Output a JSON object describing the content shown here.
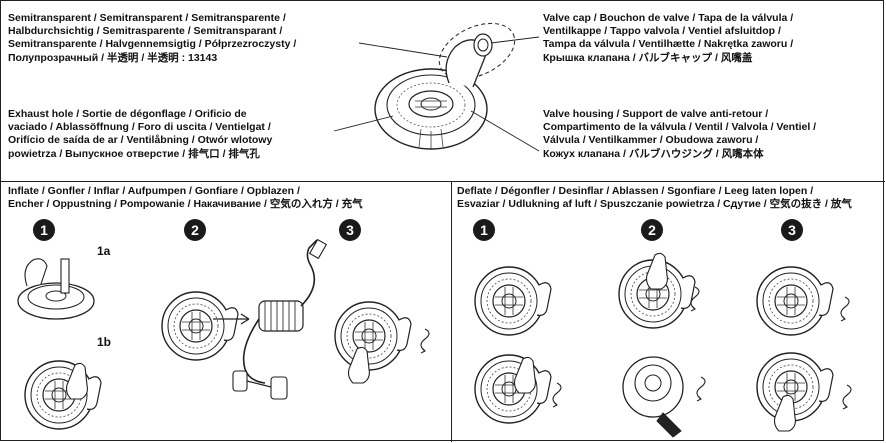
{
  "top_left": {
    "semitransparent": [
      "Semitransparent / Semitransparent / Semitransparente /",
      "Halbdurchsichtig / Semitrasparente / Semitransparant /",
      "Semitransparente / Halvgennemsigtig / Półprzezroczysty /",
      "Полупрозрачный / 半透明 / 半透明 : 13143"
    ],
    "exhaust": [
      "Exhaust hole / Sortie de dégonflage / Orificio de",
      "vaciado / Ablassöffnung / Foro di uscita / Ventielgat /",
      "Orifício de saída de ar / Ventilåbning / Otwór wlotowy",
      "powietrza / Выпускное отверстие / 排气口 / 排气孔"
    ]
  },
  "top_right": {
    "valve_cap": [
      "Valve cap / Bouchon de valve / Tapa de la válvula /",
      "Ventilkappe / Tappo valvola / Ventiel afsluitdop /",
      "Tampa da válvula / Ventilhætte / Nakrętka zaworu /",
      "Крышка клапана / バルブキャップ / 风嘴盖"
    ],
    "valve_housing": [
      "Valve housing / Support de valve anti-retour /",
      "Compartimento de la válvula / Ventil / Valvola / Ventiel /",
      "Válvula / Ventilkammer / Obudowa zaworu /",
      "Кожух клапана / バルブハウジング / 风嘴本体"
    ]
  },
  "inflate": {
    "title": [
      "Inflate / Gonfler / Inflar / Aufpumpen / Gonfiare / Opblazen /",
      "Encher / Oppustning / Pompowanie / Накачивание / 空気の入れ方 / 充气"
    ],
    "steps": [
      "1",
      "2",
      "3"
    ],
    "sub_a": "1a",
    "sub_b": "1b"
  },
  "deflate": {
    "title": [
      "Deflate / Dégonfler / Desinflar / Ablassen / Sgonfiare / Leeg laten lopen /",
      "Esvaziar / Udlukning af luft / Spuszczanie powietrza / Сдутие / 空気の抜き / 放气"
    ],
    "steps": [
      "1",
      "2",
      "3"
    ]
  }
}
